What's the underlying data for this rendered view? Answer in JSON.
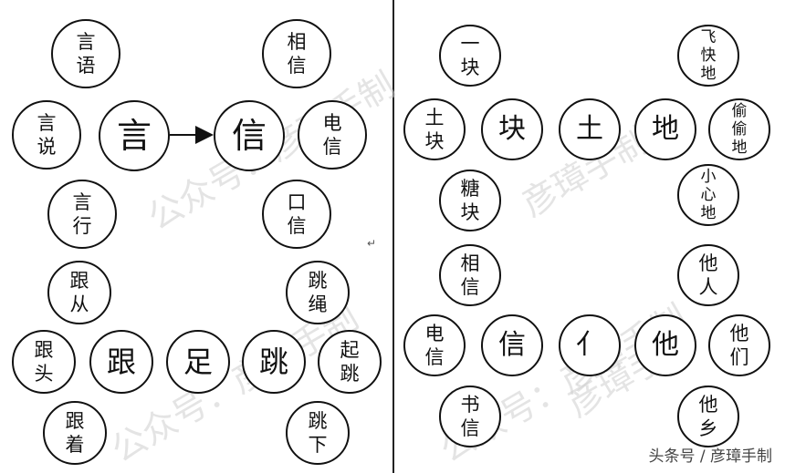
{
  "left_panel": {
    "yan": {
      "center": "言",
      "around": [
        "言语",
        "言说",
        "言行"
      ]
    },
    "xin": {
      "center": "信",
      "around": [
        "相信",
        "电信",
        "口信"
      ]
    },
    "zu": {
      "center": "足",
      "pair": [
        "跟",
        "跳"
      ]
    },
    "gen": [
      "跟从",
      "跟头",
      "跟着"
    ],
    "tiao": [
      "跳绳",
      "起跳",
      "跳下"
    ]
  },
  "right_panel": {
    "tu": {
      "center": "土",
      "pair": [
        "块",
        "地"
      ]
    },
    "kuai": [
      "一块",
      "土块",
      "糖块"
    ],
    "di": [
      "飞快地",
      "偷偷地",
      "小心地"
    ],
    "ren": {
      "center": "亻",
      "pair": [
        "信",
        "他"
      ]
    },
    "xin": [
      "相信",
      "电信",
      "书信"
    ],
    "ta": [
      "他人",
      "他们",
      "他乡"
    ]
  },
  "watermarks": [
    "公众号：彦璋手制",
    "公众号：彦璋手制",
    "彦璋手制",
    "彦璋手制",
    "公众号：彦璋手制"
  ],
  "return_mark": "↵",
  "credit": "头条号 / 彦璋手制"
}
